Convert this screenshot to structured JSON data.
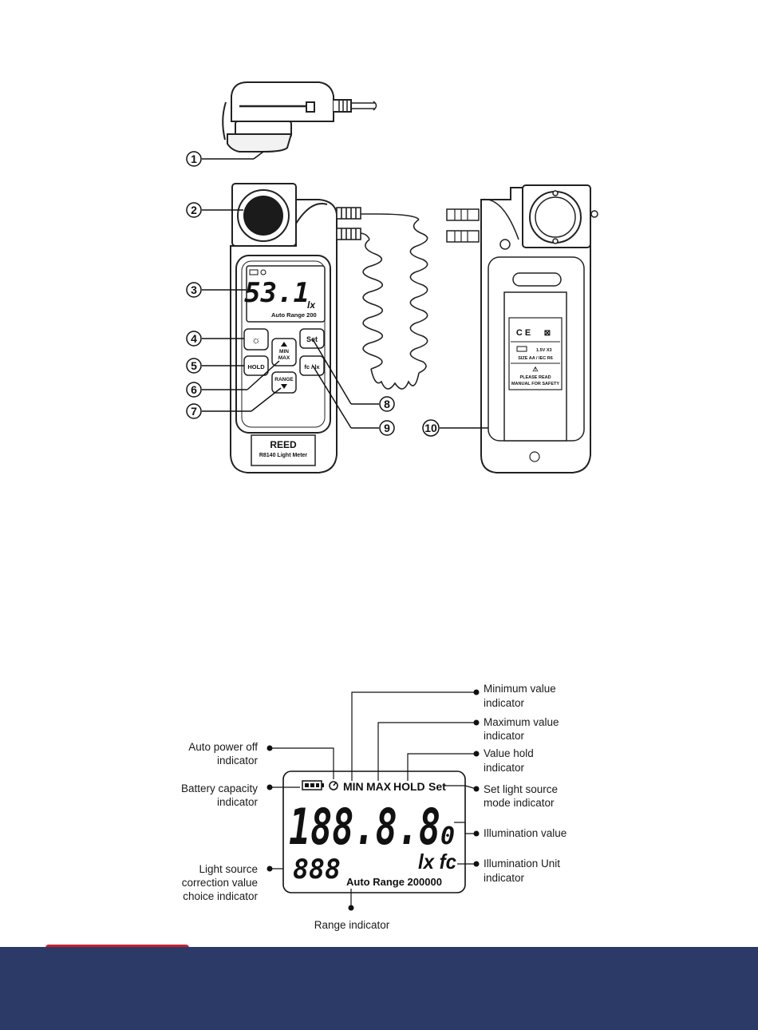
{
  "meter": {
    "reading": "53.1",
    "unit": "lx",
    "range_label": "Auto Range 200",
    "brand": "REED",
    "model": "R8140 Light Meter",
    "buttons": {
      "hold": "HOLD",
      "min": "MIN",
      "max": "MAX",
      "set": "Set",
      "fc_lx": "fc / lx",
      "range": "RANGE"
    },
    "back_label": {
      "ce": "C E",
      "battery": "1.5V X3",
      "size": "SIZE AA / IEC R6",
      "please": "PLEASE READ",
      "manual": "MANUAL FOR SAFETY"
    }
  },
  "callout_numbers": [
    "1",
    "2",
    "3",
    "4",
    "5",
    "6",
    "7",
    "8",
    "9",
    "10"
  ],
  "lcd": {
    "main_digits": "188.8.8",
    "small_digit": "0",
    "sub_digits": "888",
    "min": "MIN",
    "max": "MAX",
    "hold": "HOLD",
    "set": "Set",
    "units": "lx fc",
    "range": "Auto Range 200000"
  },
  "lcd_labels": {
    "minimum": [
      "Minimum value",
      "indicator"
    ],
    "maximum": [
      "Maximum value",
      "indicator"
    ],
    "hold": [
      "Value hold",
      "indicator"
    ],
    "set": [
      "Set light source",
      "mode indicator"
    ],
    "illum_value": [
      "Illumination value"
    ],
    "illum_unit": [
      "Illumination Unit",
      "indicator"
    ],
    "auto_power": [
      "Auto power off",
      "indicator"
    ],
    "battery": [
      "Battery capacity",
      "indicator"
    ],
    "light_source": [
      "Light source",
      "correction value",
      "choice indicator"
    ],
    "range": [
      "Range indicator"
    ]
  }
}
